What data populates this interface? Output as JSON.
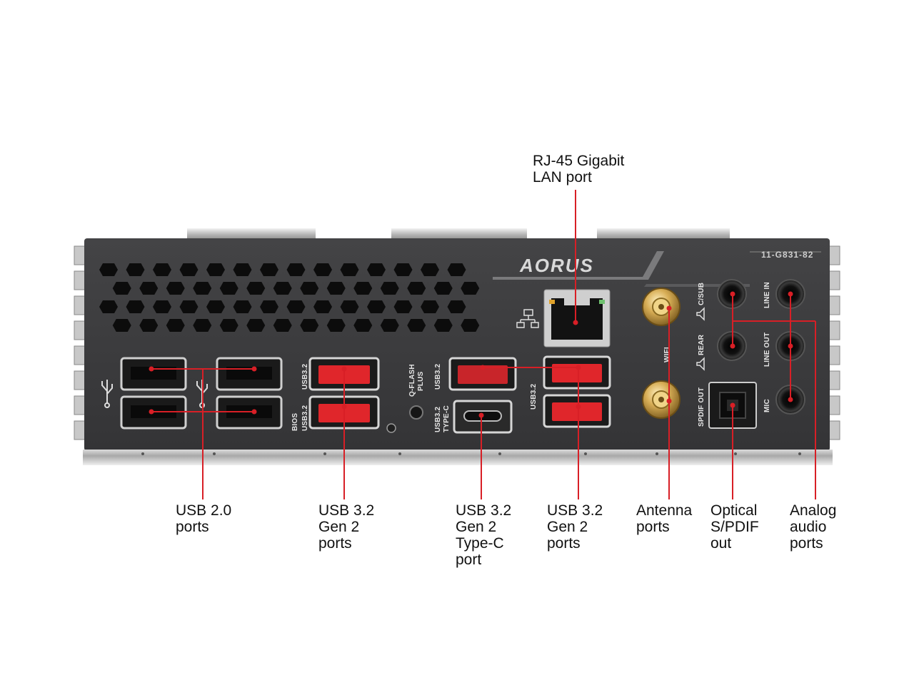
{
  "callouts": {
    "rj45": {
      "lines": [
        "RJ-45 Gigabit",
        "LAN port"
      ]
    },
    "usb20": {
      "lines": [
        "USB 2.0",
        "ports"
      ]
    },
    "usb32a": {
      "lines": [
        "USB 3.2",
        "Gen 2",
        "ports"
      ]
    },
    "usbc": {
      "lines": [
        "USB 3.2",
        "Gen 2",
        "Type-C",
        "port"
      ]
    },
    "usb32b": {
      "lines": [
        "USB 3.2",
        "Gen 2",
        "ports"
      ]
    },
    "antenna": {
      "lines": [
        "Antenna",
        "ports"
      ]
    },
    "optical": {
      "lines": [
        "Optical",
        "S/PDIF",
        "out"
      ]
    },
    "analog": {
      "lines": [
        "Analog",
        "audio",
        "ports"
      ]
    }
  },
  "panel_text": {
    "brand": "AORUS",
    "part_number": "11-G831-82",
    "usb32_left_top": "USB3.2",
    "usb32_left_bottom": "USB3.2",
    "bios": "BIOS",
    "qflash_1": "Q-FLASH",
    "qflash_2": "PLUS",
    "usb32_mid": "USB3.2",
    "typec_1": "USB3.2",
    "typec_2": "TYPE-C",
    "usb32_right": "USB3.2",
    "wifi": "WIFI",
    "csub": "C/SUB",
    "rear": "REAR",
    "spdif_out": "SPDIF OUT",
    "line_in": "LINE IN",
    "line_out": "LINE OUT",
    "mic": "MIC"
  },
  "colors": {
    "panel": "#3a3a3c",
    "usb_red": "#e0262b",
    "leader": "#d81f26",
    "gold": "#c9a04a"
  }
}
